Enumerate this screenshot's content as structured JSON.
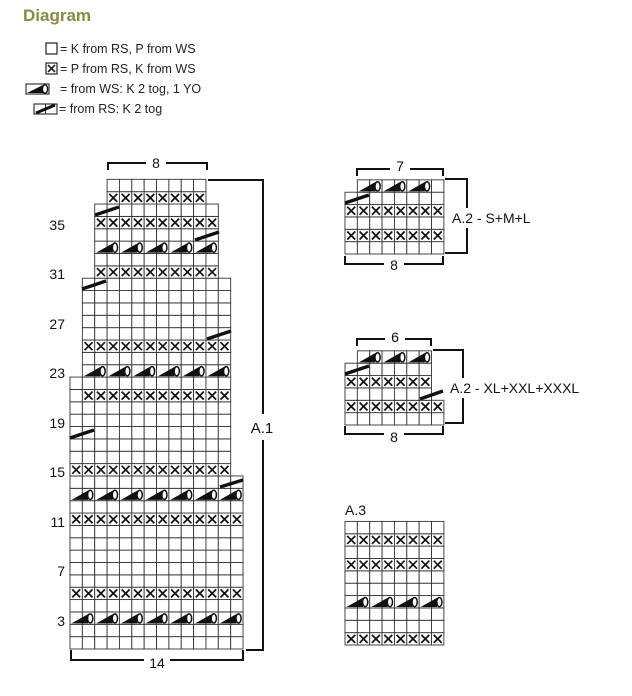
{
  "title": "Diagram",
  "legend": [
    {
      "symbol": "blank-square",
      "text": "= K from RS, P from WS"
    },
    {
      "symbol": "cross-square",
      "text": "= P from RS, K from WS"
    },
    {
      "symbol": "yarn-over-tog",
      "text": "= from WS: K 2 tog, 1 YO"
    },
    {
      "symbol": "k2tog-slash",
      "text": "= from RS: K 2 tog"
    }
  ],
  "charts": [
    {
      "id": "a1",
      "label": "A.1",
      "top_width_label": "8",
      "bottom_width_label": "14",
      "row_labels": [
        "35",
        "31",
        "27",
        "23",
        "19",
        "15",
        "11",
        "7",
        "3"
      ]
    },
    {
      "id": "a2-small",
      "label": "A.2 - S+M+L",
      "top_width_label": "7",
      "bottom_width_label": "8"
    },
    {
      "id": "a2-large",
      "label": "A.2 - XL+XXL+XXXL",
      "top_width_label": "6",
      "bottom_width_label": "8"
    },
    {
      "id": "a3",
      "label": "A.3"
    }
  ]
}
